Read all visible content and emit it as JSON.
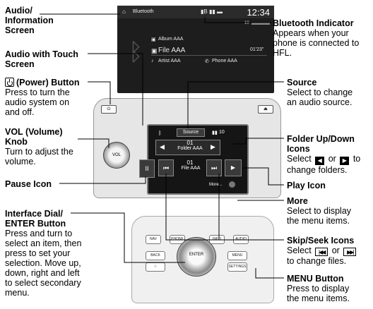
{
  "callouts": {
    "audio_info_screen": "Audio/\nInformation\nScreen",
    "audio_touch_screen": "Audio with Touch\nScreen",
    "power_title": "(Power) Button",
    "power_desc": "Press to turn the\naudio system on\nand off.",
    "vol_title": "VOL (Volume)\nKnob",
    "vol_desc": "Turn to adjust the\nvolume.",
    "pause_icon": "Pause Icon",
    "interface_title": "Interface Dial/\nENTER Button",
    "interface_desc": "Press and turn to\nselect an item, then\npress to set your\nselection. Move up,\ndown, right and left\nto select secondary\nmenu.",
    "bt_title": "Bluetooth Indicator",
    "bt_desc": "Appears when your\nphone is connected to\nHFL.",
    "source_title": "Source",
    "source_desc": "Select to change\nan audio source.",
    "folder_title": "Folder Up/Down\nIcons",
    "folder_desc_a": "Select",
    "folder_desc_or": "or",
    "folder_desc_b": "to",
    "folder_desc_c": "change folders.",
    "play_icon": "Play Icon",
    "more_title": "More",
    "more_desc": "Select to display\nthe menu items.",
    "skip_title": "Skip/Seek Icons",
    "skip_desc_a": "Select",
    "skip_desc_or": "or",
    "skip_desc_b": "to change files.",
    "menu_title": "MENU Button",
    "menu_desc": "Press to display\nthe menu items."
  },
  "screen": {
    "header": "Bluetooth",
    "time": "12:34",
    "volume": "10",
    "album": "Album AAA",
    "file": "File AAA",
    "elapsed": "01'23\"",
    "artist": "Artist AAA",
    "phone": "Phone AAA"
  },
  "panel": {
    "source": "Source",
    "volume": "10",
    "folder_num": "01",
    "folder_name": "Folder AAA",
    "file_num": "01",
    "file_name": "File AAA",
    "more": "More..."
  },
  "hardware": {
    "vol": "VOL",
    "nav": "NAV",
    "phone": "PHONE",
    "info": "INFO",
    "audio": "AUDIO",
    "back": "BACK",
    "menu": "MENU",
    "settings": "SETTINGS",
    "enter": "ENTER"
  }
}
